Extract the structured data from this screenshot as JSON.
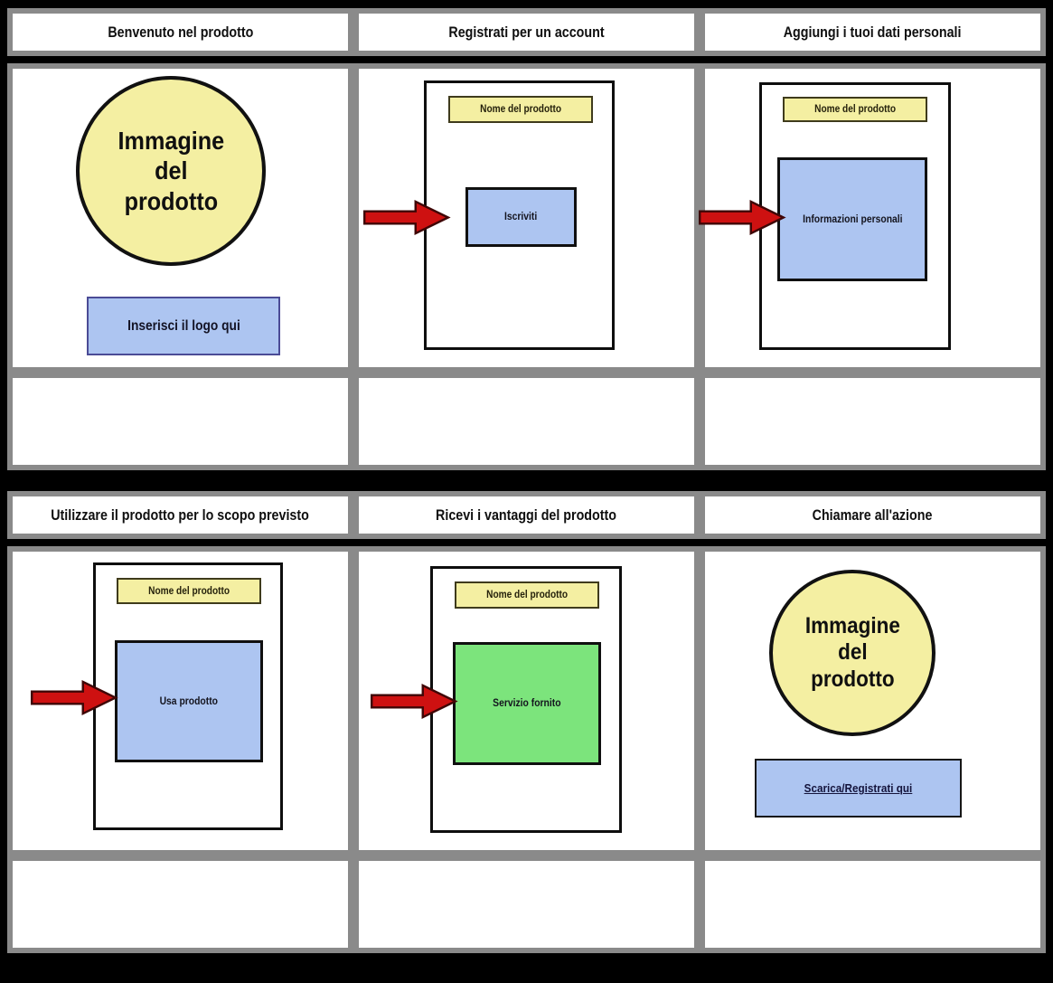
{
  "colors": {
    "background": "#000000",
    "cell_border_gray": "#8a8a8a",
    "card_yellow": "#F4EFA2",
    "box_blue": "#ADC5F1",
    "box_green": "#7CE47C",
    "arrow_red": "#CE1111",
    "arrow_outline": "#3f0606"
  },
  "panels": [
    {
      "title": "Benvenuto nel prodotto",
      "image_lines": [
        "Immagine",
        "del",
        "prodotto"
      ],
      "logo_button": "Inserisci il logo qui"
    },
    {
      "title": "Registrati per un account",
      "product_name": "Nome del prodotto",
      "signup_button": "Iscriviti"
    },
    {
      "title": "Aggiungi i tuoi dati personali",
      "product_name": "Nome del prodotto",
      "info_box": "Informazioni personali"
    },
    {
      "title": "Utilizzare il prodotto per lo scopo previsto",
      "product_name": "Nome del prodotto",
      "use_box": "Usa prodotto"
    },
    {
      "title": "Ricevi i vantaggi del prodotto",
      "product_name": "Nome del prodotto",
      "service_box": "Servizio fornito"
    },
    {
      "title": "Chiamare all'azione",
      "image_lines": [
        "Immagine",
        "del",
        "prodotto"
      ],
      "cta_link": "Scarica/Registrati qui"
    }
  ]
}
